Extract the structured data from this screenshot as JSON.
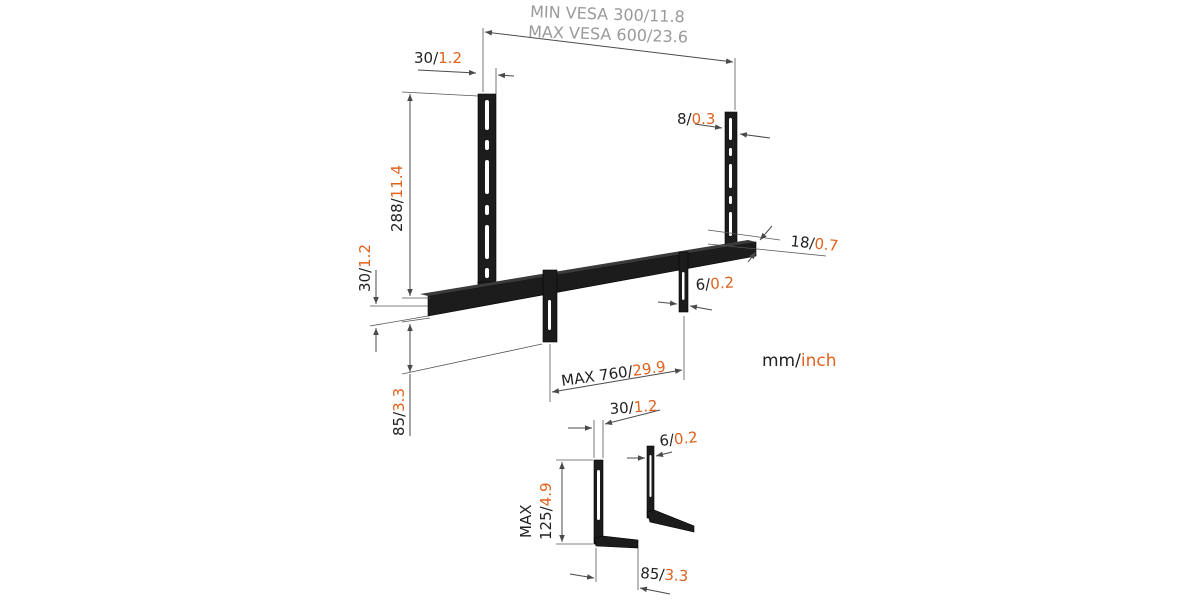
{
  "colors": {
    "metric": "#222222",
    "imperial": "#e0621e",
    "vesa": "#9a9a9a",
    "part": "#1c1c1c"
  },
  "vesa": {
    "min": "MIN VESA 300/11.8",
    "max": "MAX VESA 600/23.6"
  },
  "dims": {
    "top_width": {
      "mm": "30/",
      "inch": "1.2"
    },
    "height": {
      "mm": "288/",
      "inch": "11.4"
    },
    "rail_height": {
      "mm": "30/",
      "inch": "1.2"
    },
    "depth": {
      "mm": "85/",
      "inch": "3.3"
    },
    "arm_thick": {
      "mm": "8/",
      "inch": "0.3"
    },
    "rail_thick": {
      "mm": "18/",
      "inch": "0.7"
    },
    "hook_thick": {
      "mm": "6/",
      "inch": "0.2"
    },
    "max_span": {
      "mm": "MAX 760/",
      "inch": "29.9"
    },
    "bracket_w": {
      "mm": "30/",
      "inch": "1.2"
    },
    "bracket_t": {
      "mm": "6/",
      "inch": "0.2"
    },
    "bracket_h": {
      "prefix": "MAX",
      "mm": "125/",
      "inch": "4.9"
    },
    "bracket_d": {
      "mm": "85/",
      "inch": "3.3"
    }
  },
  "units": {
    "mm": "mm/",
    "inch": "inch"
  }
}
